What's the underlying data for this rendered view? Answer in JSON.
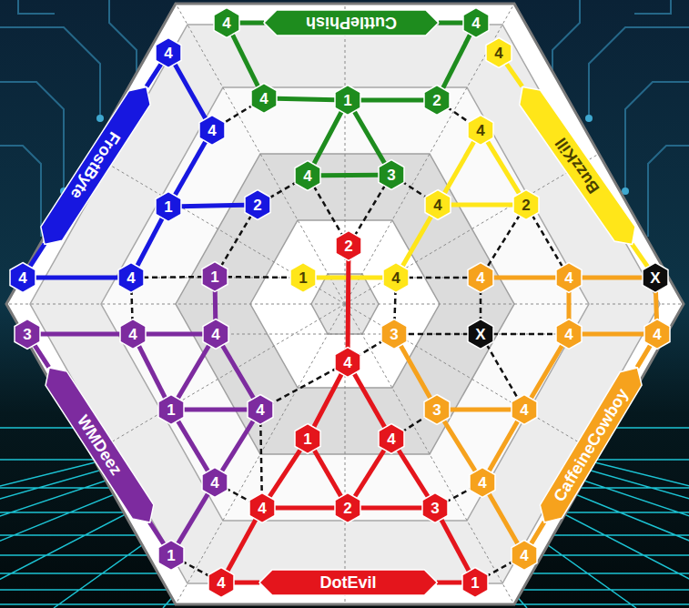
{
  "diagram": {
    "nodes": [
      {
        "text": [
          "CuttlePhish"
        ]
      },
      {
        "text": [
          "4"
        ]
      },
      {
        "text": [
          "4"
        ]
      },
      {
        "text": [
          "4"
        ]
      },
      {
        "text": [
          "1"
        ]
      },
      {
        "text": [
          "2"
        ]
      },
      {
        "text": [
          "4"
        ]
      },
      {
        "text": [
          "3"
        ]
      },
      {
        "text": [
          "FrostByte"
        ]
      },
      {
        "text": [
          "4"
        ]
      },
      {
        "text": [
          "4"
        ]
      },
      {
        "text": [
          "1"
        ]
      },
      {
        "text": [
          "2"
        ]
      },
      {
        "text": [
          "4"
        ]
      },
      {
        "text": [
          "4"
        ]
      },
      {
        "text": [
          "BuzzKill"
        ]
      },
      {
        "text": [
          "4"
        ]
      },
      {
        "text": [
          "4"
        ]
      },
      {
        "text": [
          "4"
        ]
      },
      {
        "text": [
          "2"
        ]
      },
      {
        "text": [
          "1"
        ]
      },
      {
        "text": [
          "4"
        ]
      },
      {
        "text": [
          "2"
        ]
      },
      {
        "text": [
          "4"
        ]
      },
      {
        "text": [
          "4"
        ]
      },
      {
        "text": [
          "X"
        ]
      },
      {
        "text": [
          "3"
        ]
      },
      {
        "text": [
          "X"
        ]
      },
      {
        "text": [
          "4"
        ]
      },
      {
        "text": [
          "4"
        ]
      },
      {
        "text": [
          "CaffeineCowboy"
        ]
      },
      {
        "text": [
          "3"
        ]
      },
      {
        "text": [
          "4"
        ]
      },
      {
        "text": [
          "4"
        ]
      },
      {
        "text": [
          "4"
        ]
      },
      {
        "text": [
          "WMDeez"
        ]
      },
      {
        "text": [
          "1"
        ]
      },
      {
        "text": [
          "4"
        ]
      },
      {
        "text": [
          "4"
        ]
      },
      {
        "text": [
          "3"
        ]
      },
      {
        "text": [
          "1"
        ]
      },
      {
        "text": [
          "4"
        ]
      },
      {
        "text": [
          "4"
        ]
      },
      {
        "text": [
          "1"
        ]
      },
      {
        "text": [
          "4"
        ]
      },
      {
        "text": [
          "1"
        ]
      },
      {
        "text": [
          "4"
        ]
      },
      {
        "text": [
          "4"
        ]
      },
      {
        "text": [
          "2"
        ]
      },
      {
        "text": [
          "3"
        ]
      },
      {
        "text": [
          "4"
        ]
      },
      {
        "text": [
          "1"
        ]
      },
      {
        "text": [
          "DotEvil"
        ]
      }
    ],
    "edges": [
      {
        "from": 1,
        "to": 0,
        "arrow": "none"
      },
      {
        "from": 0,
        "to": 2,
        "arrow": "none"
      },
      {
        "from": 1,
        "to": 3,
        "arrow": "none"
      },
      {
        "from": 2,
        "to": 5,
        "arrow": "none"
      },
      {
        "from": 3,
        "to": 4,
        "arrow": "none"
      },
      {
        "from": 4,
        "to": 5,
        "arrow": "none"
      },
      {
        "from": 4,
        "to": 6,
        "arrow": "none"
      },
      {
        "from": 4,
        "to": 7,
        "arrow": "none"
      },
      {
        "from": 6,
        "to": 7,
        "arrow": "none"
      },
      {
        "from": 9,
        "to": 8,
        "arrow": "none"
      },
      {
        "from": 8,
        "to": 14,
        "arrow": "none"
      },
      {
        "from": 9,
        "to": 10,
        "arrow": "none"
      },
      {
        "from": 10,
        "to": 11,
        "arrow": "none"
      },
      {
        "from": 11,
        "to": 12,
        "arrow": "none"
      },
      {
        "from": 11,
        "to": 13,
        "arrow": "none"
      },
      {
        "from": 13,
        "to": 14,
        "arrow": "none"
      },
      {
        "from": 16,
        "to": 15,
        "arrow": "none"
      },
      {
        "from": 15,
        "to": 25,
        "arrow": "none"
      },
      {
        "from": 17,
        "to": 18,
        "arrow": "none"
      },
      {
        "from": 17,
        "to": 19,
        "arrow": "none"
      },
      {
        "from": 18,
        "to": 19,
        "arrow": "none"
      },
      {
        "from": 18,
        "to": 21,
        "arrow": "none"
      },
      {
        "from": 20,
        "to": 21,
        "arrow": "none"
      },
      {
        "from": 22,
        "to": 44,
        "arrow": "none"
      },
      {
        "from": 44,
        "to": 45,
        "arrow": "none"
      },
      {
        "from": 44,
        "to": 46,
        "arrow": "none"
      },
      {
        "from": 45,
        "to": 47,
        "arrow": "none"
      },
      {
        "from": 45,
        "to": 48,
        "arrow": "none"
      },
      {
        "from": 46,
        "to": 48,
        "arrow": "none"
      },
      {
        "from": 46,
        "to": 49,
        "arrow": "none"
      },
      {
        "from": 47,
        "to": 48,
        "arrow": "none"
      },
      {
        "from": 48,
        "to": 49,
        "arrow": "none"
      },
      {
        "from": 47,
        "to": 50,
        "arrow": "none"
      },
      {
        "from": 49,
        "to": 51,
        "arrow": "none"
      },
      {
        "from": 50,
        "to": 52,
        "arrow": "none"
      },
      {
        "from": 52,
        "to": 51,
        "arrow": "none"
      },
      {
        "from": 23,
        "to": 24,
        "arrow": "none"
      },
      {
        "from": 24,
        "to": 25,
        "arrow": "none"
      },
      {
        "from": 25,
        "to": 29,
        "arrow": "none"
      },
      {
        "from": 24,
        "to": 28,
        "arrow": "none"
      },
      {
        "from": 28,
        "to": 29,
        "arrow": "none"
      },
      {
        "from": 28,
        "to": 32,
        "arrow": "none"
      },
      {
        "from": 26,
        "to": 31,
        "arrow": "none"
      },
      {
        "from": 31,
        "to": 32,
        "arrow": "none"
      },
      {
        "from": 31,
        "to": 33,
        "arrow": "none"
      },
      {
        "from": 32,
        "to": 33,
        "arrow": "none"
      },
      {
        "from": 33,
        "to": 34,
        "arrow": "none"
      },
      {
        "from": 29,
        "to": 30,
        "arrow": "none"
      },
      {
        "from": 30,
        "to": 34,
        "arrow": "none"
      },
      {
        "from": 39,
        "to": 37,
        "arrow": "none"
      },
      {
        "from": 37,
        "to": 38,
        "arrow": "none"
      },
      {
        "from": 36,
        "to": 38,
        "arrow": "none"
      },
      {
        "from": 37,
        "to": 40,
        "arrow": "none"
      },
      {
        "from": 38,
        "to": 40,
        "arrow": "none"
      },
      {
        "from": 38,
        "to": 41,
        "arrow": "none"
      },
      {
        "from": 40,
        "to": 41,
        "arrow": "none"
      },
      {
        "from": 40,
        "to": 42,
        "arrow": "none"
      },
      {
        "from": 41,
        "to": 42,
        "arrow": "none"
      },
      {
        "from": 42,
        "to": 43,
        "arrow": "none"
      },
      {
        "from": 39,
        "to": 35,
        "arrow": "none"
      },
      {
        "from": 35,
        "to": 43,
        "arrow": "none"
      },
      {
        "from": 3,
        "to": 10,
        "arrow": "none"
      },
      {
        "from": 6,
        "to": 12,
        "arrow": "none"
      },
      {
        "from": 6,
        "to": 22,
        "arrow": "none"
      },
      {
        "from": 7,
        "to": 22,
        "arrow": "none"
      },
      {
        "from": 7,
        "to": 18,
        "arrow": "none"
      },
      {
        "from": 5,
        "to": 17,
        "arrow": "none"
      },
      {
        "from": 12,
        "to": 36,
        "arrow": "none"
      },
      {
        "from": 13,
        "to": 37,
        "arrow": "none"
      },
      {
        "from": 13,
        "to": 36,
        "arrow": "none"
      },
      {
        "from": 36,
        "to": 20,
        "arrow": "none"
      },
      {
        "from": 21,
        "to": 26,
        "arrow": "none"
      },
      {
        "from": 21,
        "to": 23,
        "arrow": "none"
      },
      {
        "from": 19,
        "to": 23,
        "arrow": "none"
      },
      {
        "from": 19,
        "to": 24,
        "arrow": "none"
      },
      {
        "from": 26,
        "to": 44,
        "arrow": "none"
      },
      {
        "from": 44,
        "to": 41,
        "arrow": "none"
      },
      {
        "from": 41,
        "to": 47,
        "arrow": "none"
      },
      {
        "from": 42,
        "to": 47,
        "arrow": "none"
      },
      {
        "from": 43,
        "to": 50,
        "arrow": "none"
      },
      {
        "from": 46,
        "to": 31,
        "arrow": "none"
      },
      {
        "from": 49,
        "to": 33,
        "arrow": "none"
      },
      {
        "from": 51,
        "to": 34,
        "arrow": "none"
      },
      {
        "from": 27,
        "to": 23,
        "arrow": "none"
      },
      {
        "from": 27,
        "to": 26,
        "arrow": "none"
      },
      {
        "from": 27,
        "to": 28,
        "arrow": "none"
      },
      {
        "from": 27,
        "to": 32,
        "arrow": "none"
      }
    ]
  }
}
